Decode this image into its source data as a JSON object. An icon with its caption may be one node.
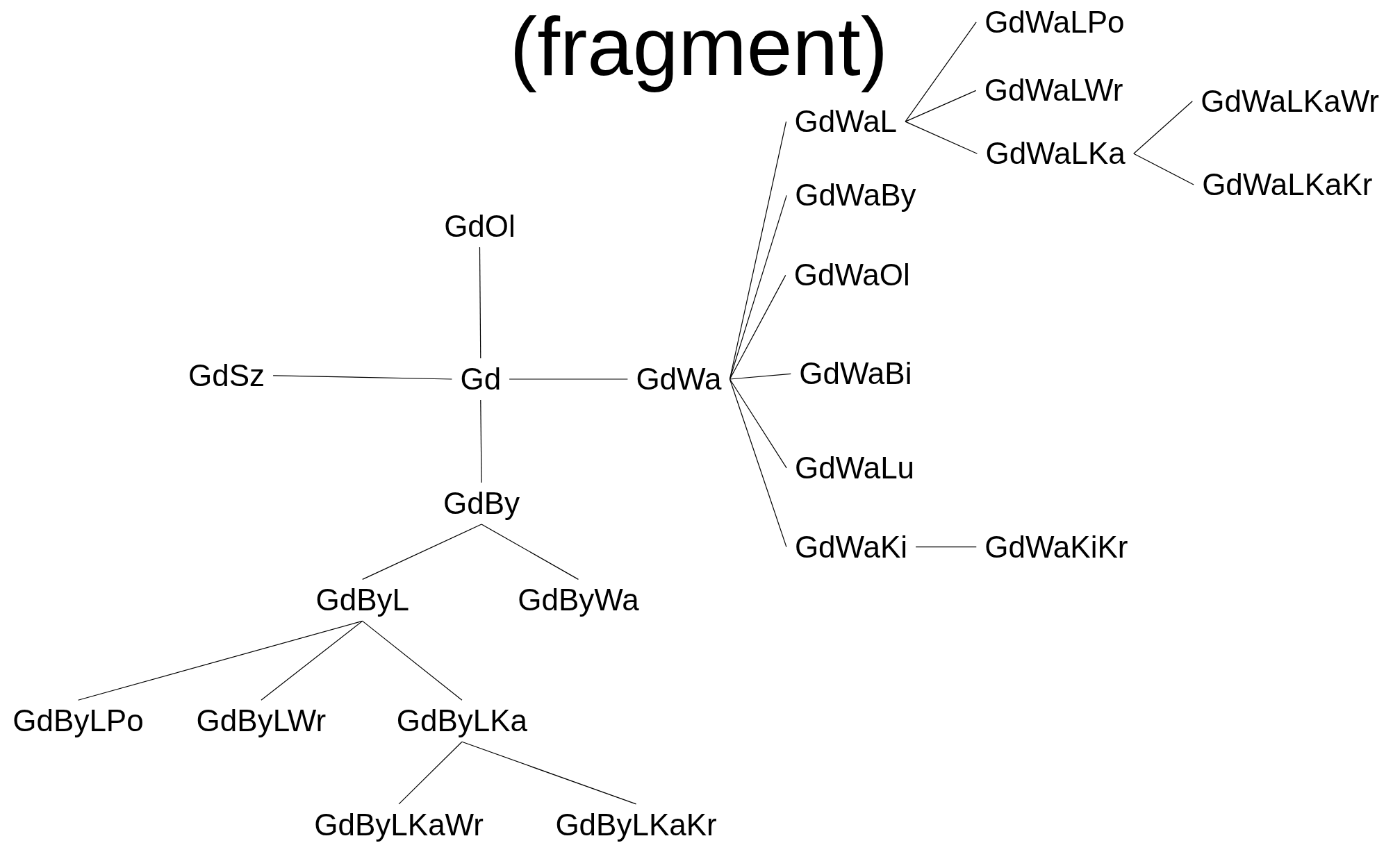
{
  "diagram": {
    "title": "(fragment)",
    "nodes": [
      {
        "text": [
          "GdOl"
        ]
      },
      {
        "text": [
          "GdSz"
        ]
      },
      {
        "text": [
          "Gd"
        ]
      },
      {
        "text": [
          "GdWa"
        ]
      },
      {
        "text": [
          "GdBy"
        ]
      },
      {
        "text": [
          "GdByL"
        ]
      },
      {
        "text": [
          "GdByWa"
        ]
      },
      {
        "text": [
          "GdByLPo"
        ]
      },
      {
        "text": [
          "GdByLWr"
        ]
      },
      {
        "text": [
          "GdByLKa"
        ]
      },
      {
        "text": [
          "GdByLKaWr"
        ]
      },
      {
        "text": [
          "GdByLKaKr"
        ]
      },
      {
        "text": [
          "GdWaL"
        ]
      },
      {
        "text": [
          "GdWaBy"
        ]
      },
      {
        "text": [
          "GdWaOl"
        ]
      },
      {
        "text": [
          "GdWaBi"
        ]
      },
      {
        "text": [
          "GdWaLu"
        ]
      },
      {
        "text": [
          "GdWaKi"
        ]
      },
      {
        "text": [
          "GdWaKiKr"
        ]
      },
      {
        "text": [
          "GdWaLPo"
        ]
      },
      {
        "text": [
          "GdWaLWr"
        ]
      },
      {
        "text": [
          "GdWaLKa"
        ]
      },
      {
        "text": [
          "GdWaLKaWr"
        ]
      },
      {
        "text": [
          "GdWaLKaKr"
        ]
      }
    ],
    "edges": [
      {
        "from": 2,
        "to": 0,
        "arrow": "none"
      },
      {
        "from": 2,
        "to": 1,
        "arrow": "none"
      },
      {
        "from": 2,
        "to": 3,
        "arrow": "none"
      },
      {
        "from": 2,
        "to": 4,
        "arrow": "none"
      },
      {
        "from": 4,
        "to": 5,
        "arrow": "none"
      },
      {
        "from": 4,
        "to": 6,
        "arrow": "none"
      },
      {
        "from": 5,
        "to": 7,
        "arrow": "none"
      },
      {
        "from": 5,
        "to": 8,
        "arrow": "none"
      },
      {
        "from": 5,
        "to": 9,
        "arrow": "none"
      },
      {
        "from": 9,
        "to": 10,
        "arrow": "none"
      },
      {
        "from": 9,
        "to": 11,
        "arrow": "none"
      },
      {
        "from": 3,
        "to": 12,
        "arrow": "none"
      },
      {
        "from": 3,
        "to": 13,
        "arrow": "none"
      },
      {
        "from": 3,
        "to": 14,
        "arrow": "none"
      },
      {
        "from": 3,
        "to": 15,
        "arrow": "none"
      },
      {
        "from": 3,
        "to": 16,
        "arrow": "none"
      },
      {
        "from": 3,
        "to": 17,
        "arrow": "none"
      },
      {
        "from": 17,
        "to": 18,
        "arrow": "none"
      },
      {
        "from": 12,
        "to": 19,
        "arrow": "none"
      },
      {
        "from": 12,
        "to": 20,
        "arrow": "none"
      },
      {
        "from": 12,
        "to": 21,
        "arrow": "none"
      },
      {
        "from": 21,
        "to": 22,
        "arrow": "none"
      },
      {
        "from": 21,
        "to": 23,
        "arrow": "none"
      }
    ]
  }
}
